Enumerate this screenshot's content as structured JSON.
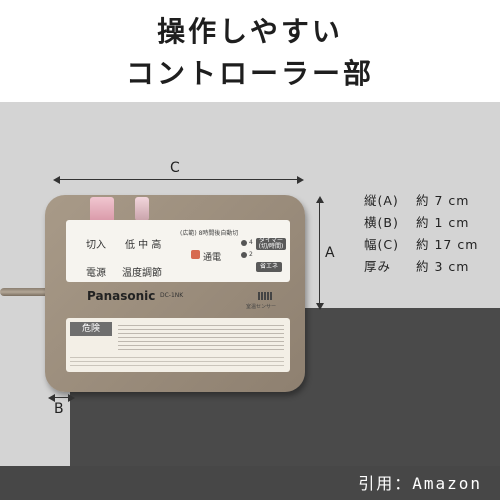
{
  "header": {
    "line1": "操作しやすい",
    "line2": "コントローラー部"
  },
  "dimensions": {
    "c_label": "C",
    "a_label": "A",
    "b_label": "B"
  },
  "specs": [
    {
      "name": "縦(A)",
      "value": "約 7 cm"
    },
    {
      "name": "横(B)",
      "value": "約 1 cm"
    },
    {
      "name": "幅(C)",
      "value": "約 17 cm"
    },
    {
      "name": "厚み",
      "value": "約 3 cm"
    }
  ],
  "device": {
    "power_top": "切入",
    "power_bottom": "電源",
    "temp_levels": "低 中 高",
    "temp_bottom": "温度調節",
    "led_label": "通電",
    "timer_note": "(広範) 8時間後自動切",
    "num4": "4",
    "num2": "2",
    "timer_btn": "タイマー (切/時間)",
    "eco_btn": "省エネ",
    "brand": "Panasonic",
    "model": "DC-1NK",
    "sensor": "室温センサー",
    "warning": "危険"
  },
  "credit": "引用：Amazon",
  "colors": {
    "background_gray": "#d4d4d4",
    "surface_dark": "#4a4a4a",
    "device_body": "#9c8e7c",
    "power_button": "#d896a6"
  }
}
